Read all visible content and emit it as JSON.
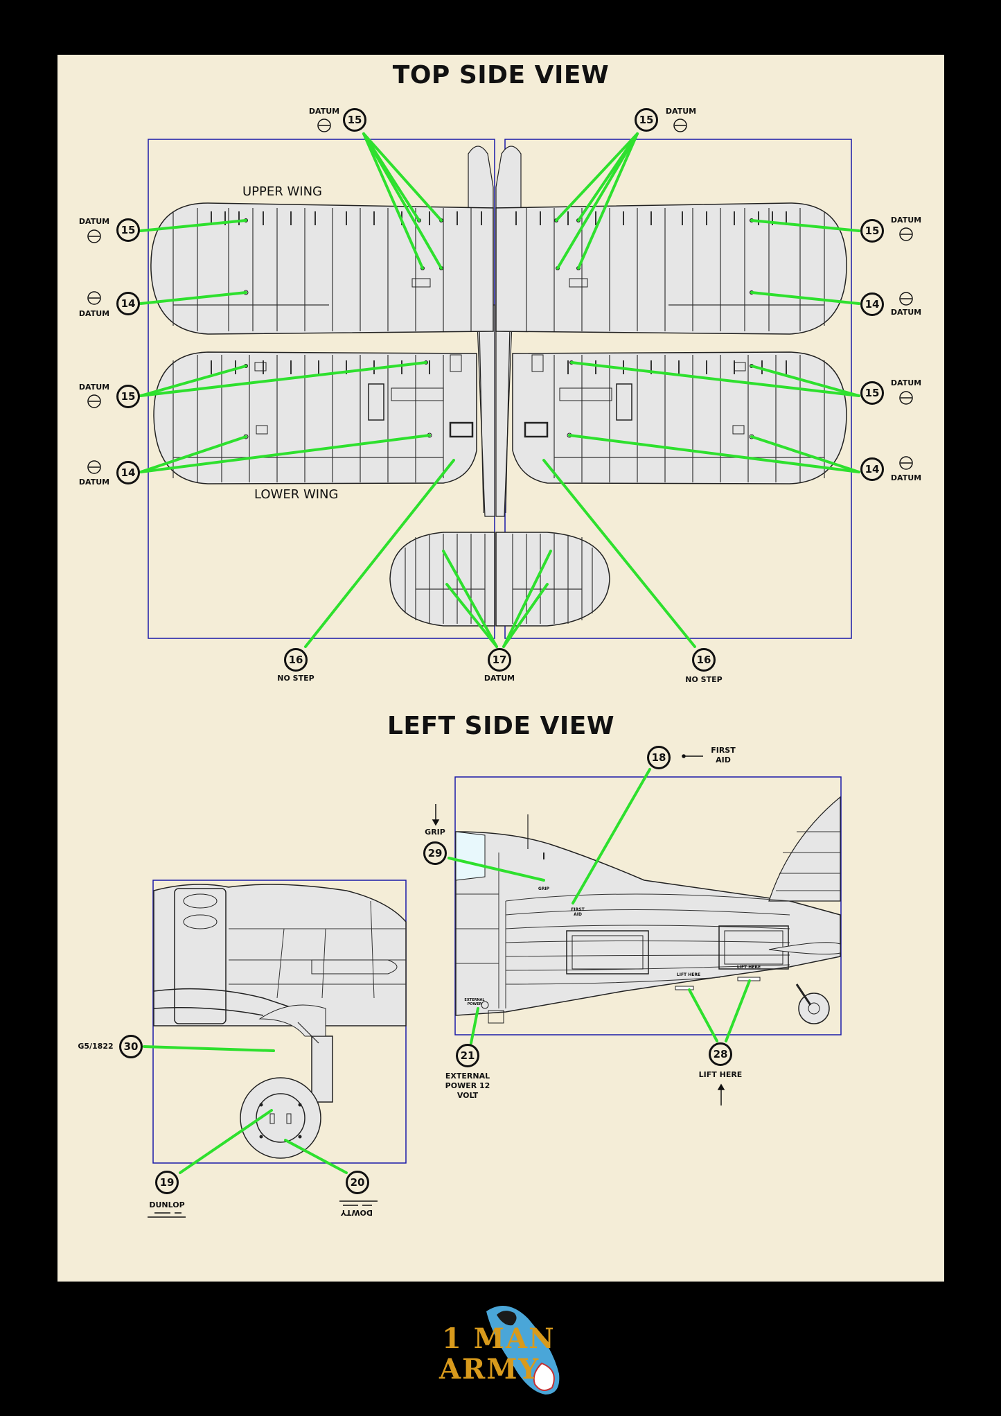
{
  "titles": {
    "top_view": "TOP SIDE VIEW",
    "left_view": "LEFT SIDE VIEW"
  },
  "wing_labels": {
    "upper": "UPPER WING",
    "lower": "LOWER WING"
  },
  "callouts": [
    {
      "id": "c15-top-left",
      "number": "15",
      "label": "DATUM"
    },
    {
      "id": "c15-top-right",
      "number": "15",
      "label": "DATUM"
    },
    {
      "id": "c15-l1",
      "number": "15",
      "label": "DATUM"
    },
    {
      "id": "c14-l1",
      "number": "14",
      "label": "DATUM"
    },
    {
      "id": "c15-l2",
      "number": "15",
      "label": "DATUM"
    },
    {
      "id": "c14-l2",
      "number": "14",
      "label": "DATUM"
    },
    {
      "id": "c15-r1",
      "number": "15",
      "label": "DATUM"
    },
    {
      "id": "c14-r1",
      "number": "14",
      "label": "DATUM"
    },
    {
      "id": "c15-r2",
      "number": "15",
      "label": "DATUM"
    },
    {
      "id": "c14-r2",
      "number": "14",
      "label": "DATUM"
    },
    {
      "id": "c16-left",
      "number": "16",
      "label": "NO STEP"
    },
    {
      "id": "c17",
      "number": "17",
      "label": "DATUM"
    },
    {
      "id": "c16-right",
      "number": "16",
      "label": "NO STEP"
    },
    {
      "id": "c18",
      "number": "18",
      "label": "FIRST AID"
    },
    {
      "id": "c29",
      "number": "29",
      "label": "GRIP"
    },
    {
      "id": "c21",
      "number": "21",
      "label": "EXTERNAL POWER 12 VOLT"
    },
    {
      "id": "c28",
      "number": "28",
      "label": "LIFT HERE"
    },
    {
      "id": "c30",
      "number": "30",
      "label": "G5/1822"
    },
    {
      "id": "c19",
      "number": "19",
      "label": "DUNLOP"
    },
    {
      "id": "c20",
      "number": "20",
      "label": "DOWTY"
    }
  ],
  "fuselage_marks": {
    "grip": "GRIP",
    "first_aid": "FIRST AID",
    "lift_here": "LIFT HERE",
    "external_power": "EXTERNAL POWER"
  },
  "logo": {
    "line1": "1 MAN",
    "line2": "ARMY"
  },
  "colors": {
    "sheet": "#f4edd7",
    "leader": "#2ee02e",
    "frame": "#1a1aa8",
    "surface": "#e6e6e6",
    "logo_gold": "#d89a1c",
    "logo_blue": "#4aa6d8"
  }
}
